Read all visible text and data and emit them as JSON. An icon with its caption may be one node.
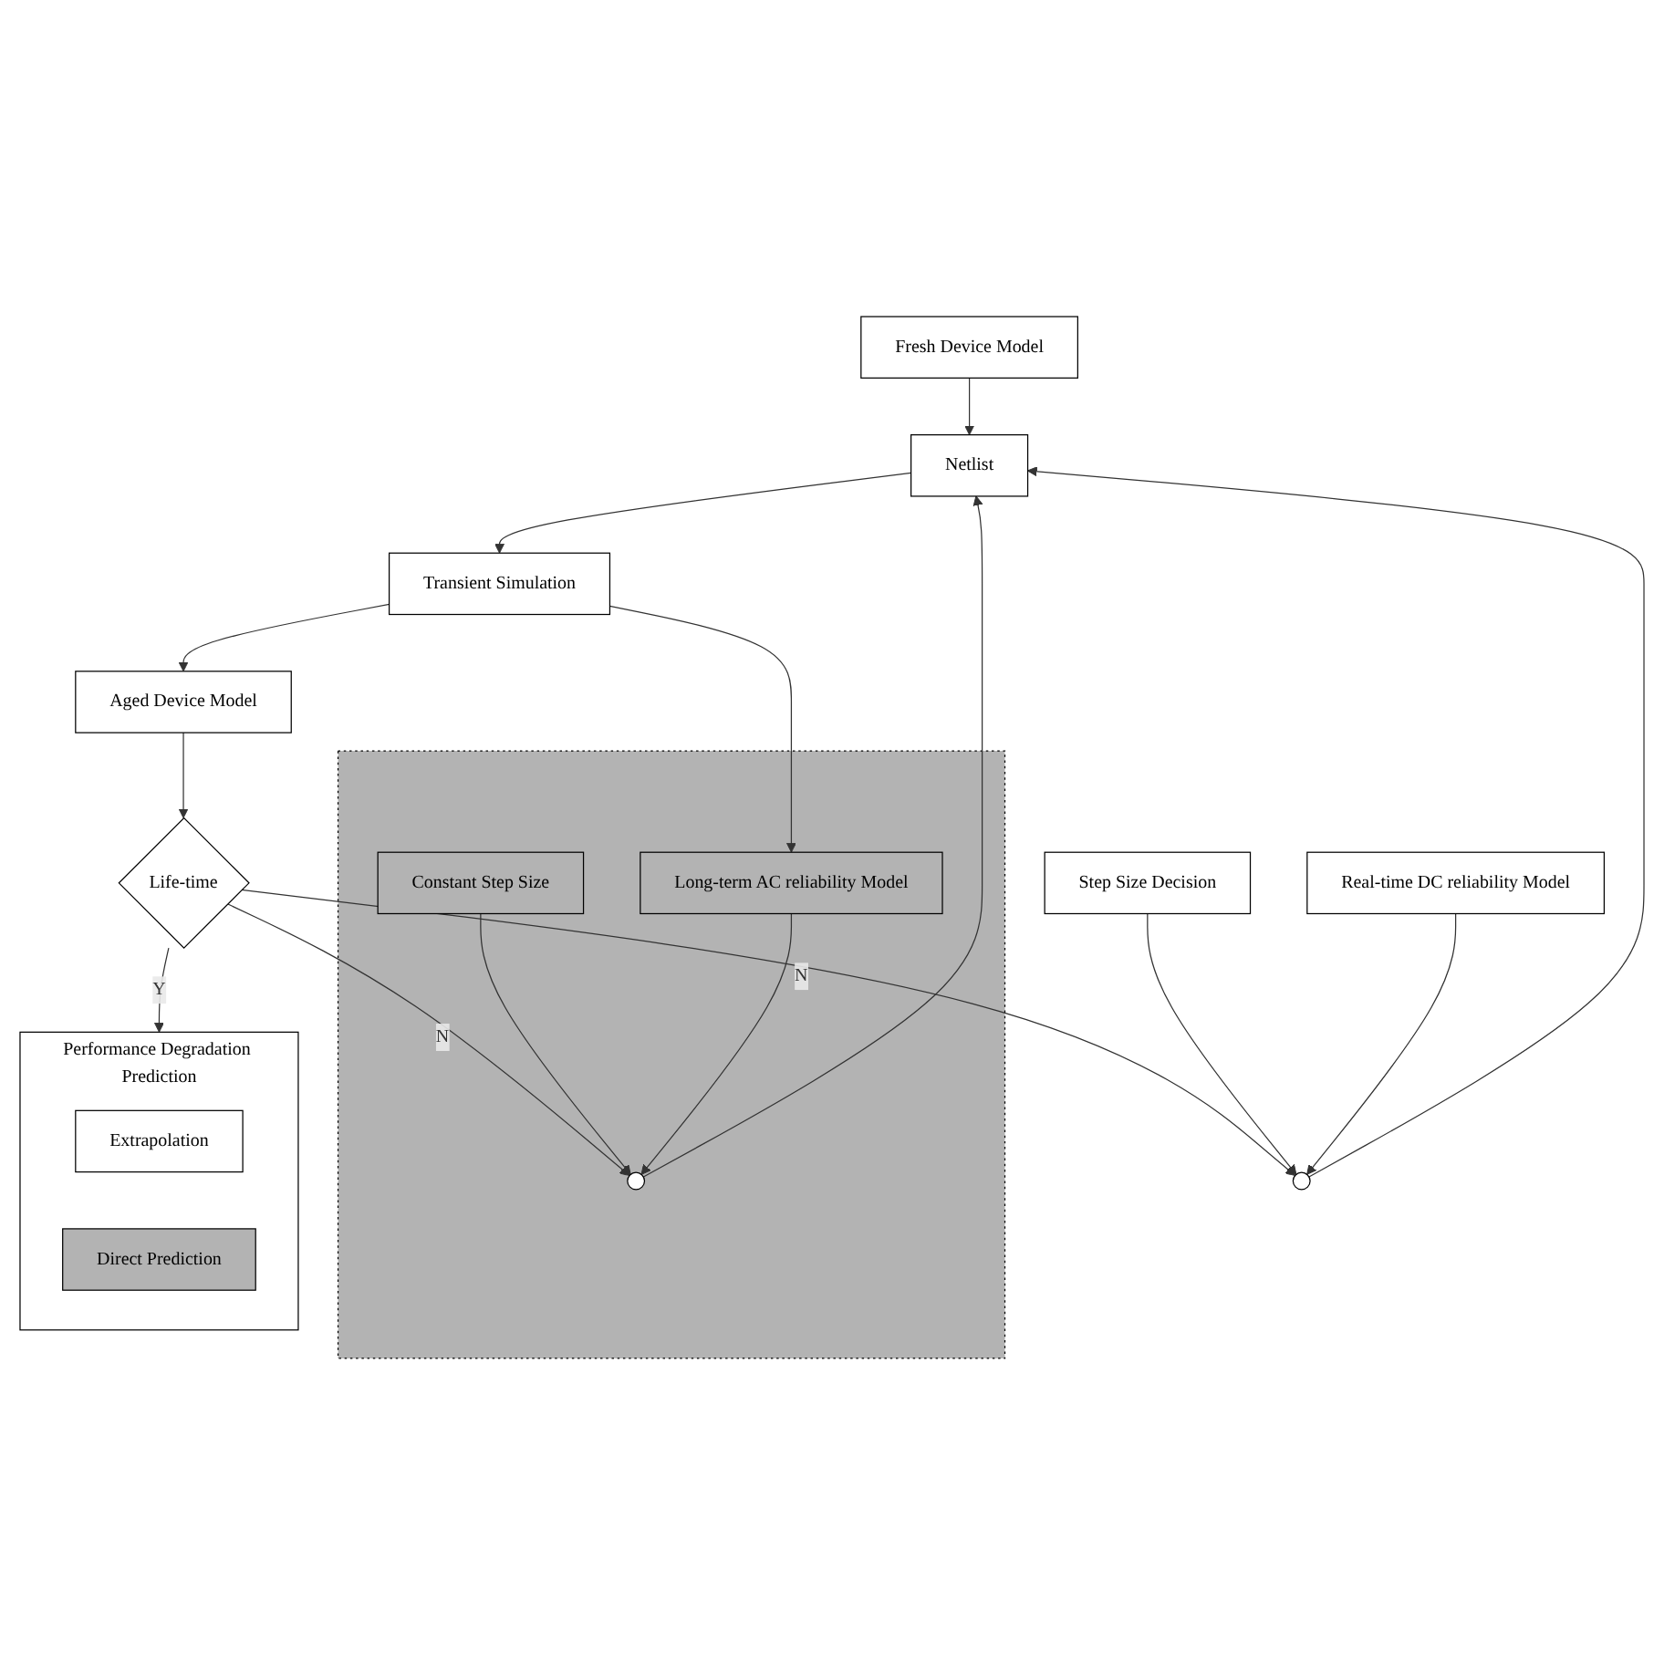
{
  "diagram": {
    "nodes": [
      {
        "text": [
          "Fresh Device Model"
        ]
      },
      {
        "text": [
          "Netlist"
        ]
      },
      {
        "text": [
          "Transient Simulation"
        ]
      },
      {
        "text": [
          "Aged Device Model"
        ]
      },
      {
        "text": [
          "Life-time"
        ]
      },
      {
        "text": [
          "Step Size Decision"
        ]
      },
      {
        "text": [],
        "shape": "circle"
      },
      {
        "text": [
          "Real-time DC reliability Model"
        ]
      },
      {
        "text": [],
        "shape": "box"
      },
      {
        "text": [],
        "shape": "circle",
        "in": 8
      },
      {
        "text": [
          "Constant Step Size"
        ],
        "in": 8
      },
      {
        "text": [
          "Long-term AC reliability Model"
        ],
        "in": 8
      },
      {
        "text": [
          "Performance Degradation Prediction"
        ]
      },
      {
        "text": [
          "Extrapolation"
        ],
        "in": 12
      },
      {
        "text": [
          "Direct Prediction"
        ],
        "in": 12
      }
    ],
    "edges": [
      {
        "from": 0,
        "to": 1,
        "arrow": "to"
      },
      {
        "from": 1,
        "to": 2,
        "arrow": "to"
      },
      {
        "from": 2,
        "to": 3,
        "arrow": "to"
      },
      {
        "from": 3,
        "to": 4,
        "arrow": "to"
      },
      {
        "from": 4,
        "to": 6,
        "label": "N",
        "arrow": "to"
      },
      {
        "from": 5,
        "to": 6,
        "arrow": "to"
      },
      {
        "from": 7,
        "to": 6,
        "arrow": "to"
      },
      {
        "from": 6,
        "to": 1,
        "arrow": "to"
      },
      {
        "from": 4,
        "to": 9,
        "label": "N",
        "arrow": "to"
      },
      {
        "from": 10,
        "to": 9,
        "arrow": "to"
      },
      {
        "from": 11,
        "to": 9,
        "arrow": "to"
      },
      {
        "from": 9,
        "to": 1,
        "arrow": "to"
      },
      {
        "from": 4,
        "to": 12,
        "label": "Y",
        "arrow": "to"
      },
      {
        "from": 2,
        "to": 11,
        "arrow": "to"
      }
    ]
  }
}
